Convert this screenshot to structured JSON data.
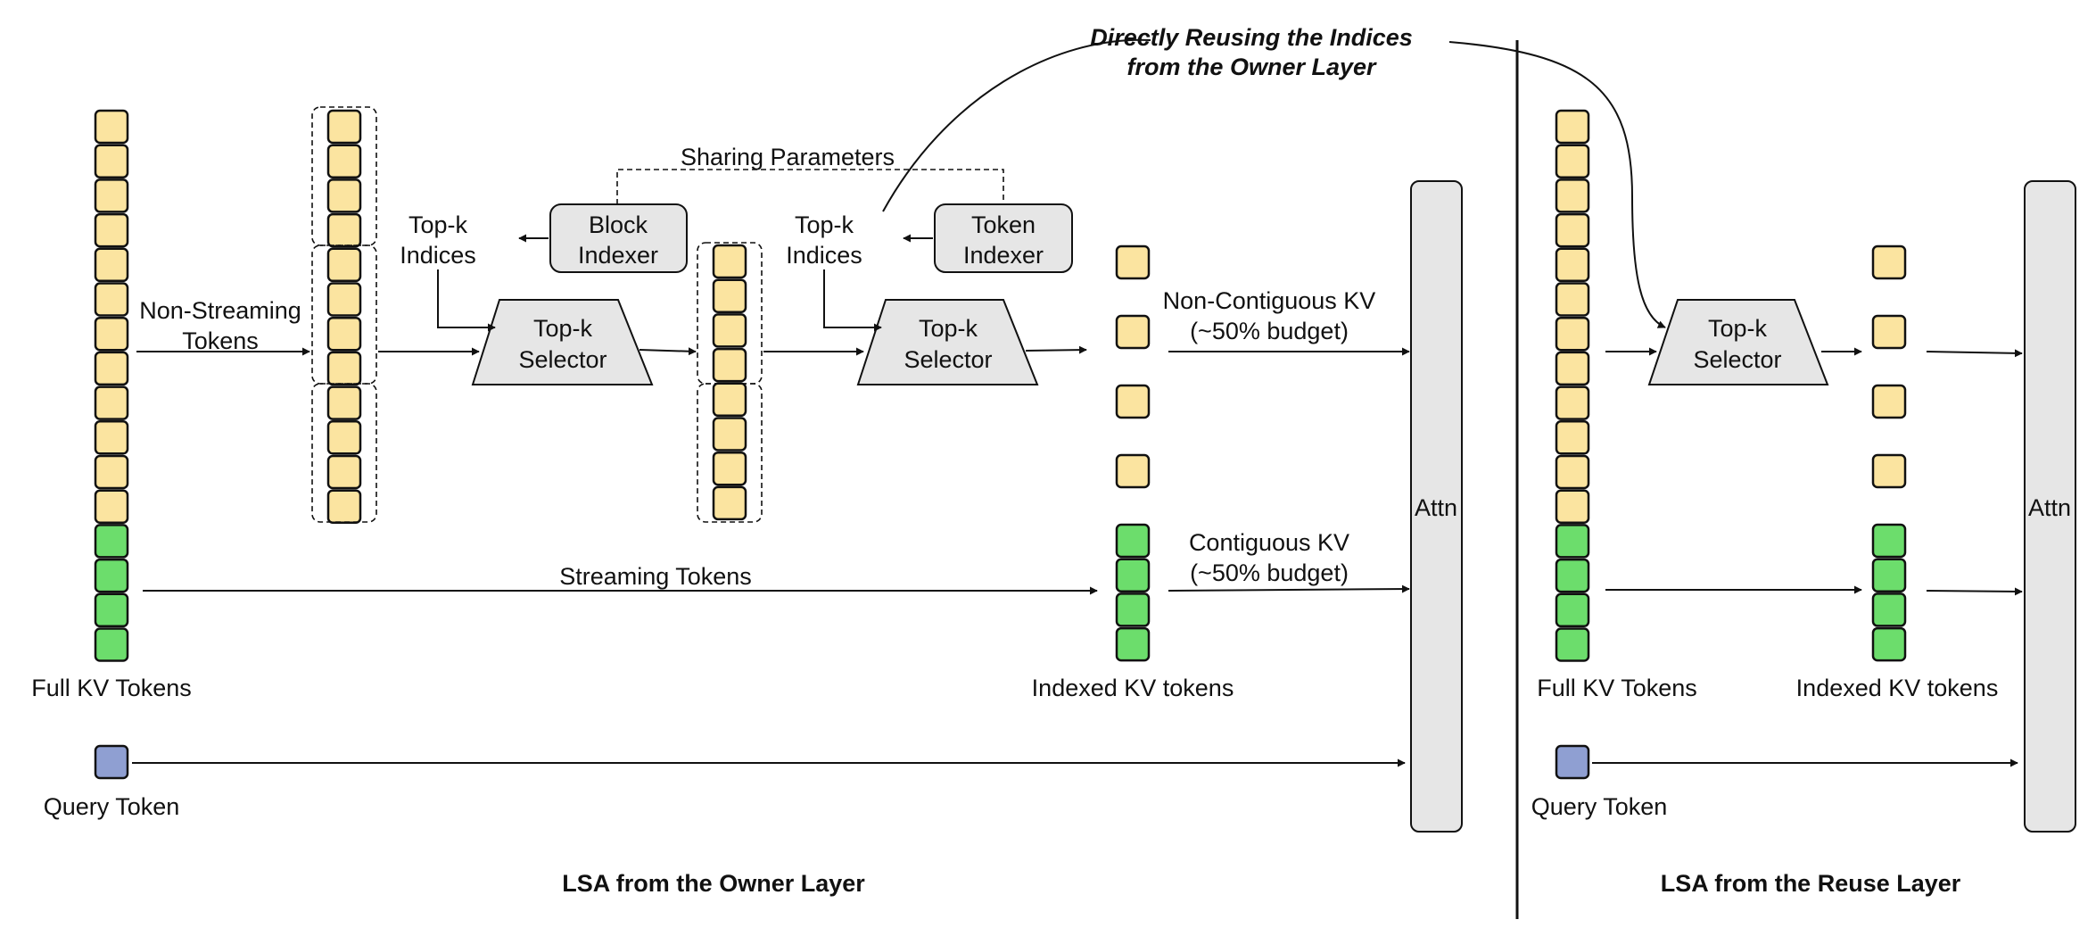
{
  "colors": {
    "non_streaming_token": "#fbe4a0",
    "streaming_token": "#6cdd6c",
    "query_token": "#8f9fd2",
    "box_fill": "#e6e6e6",
    "stroke": "#111111"
  },
  "owner": {
    "non_streaming_label_1": "Non-Streaming",
    "non_streaming_label_2": "Tokens",
    "streaming_label": "Streaming Tokens",
    "full_kv_label": "Full KV Tokens",
    "query_label": "Query Token",
    "sharing_label": "Sharing Parameters",
    "block_indexer_1": "Block",
    "block_indexer_2": "Indexer",
    "token_indexer_1": "Token",
    "token_indexer_2": "Indexer",
    "topk_indices_1": "Top-k",
    "topk_indices_2": "Indices",
    "selector_1": "Top-k",
    "selector_2": "Selector",
    "noncontig_1": "Non-Contiguous KV",
    "noncontig_2": "(~50% budget)",
    "contig_1": "Contiguous KV",
    "contig_2": "(~50% budget)",
    "indexed_label": "Indexed KV tokens",
    "attn_label": "Attn",
    "section_title": "LSA from the Owner Layer"
  },
  "reuse": {
    "annotation_1": "Directly Reusing the Indices",
    "annotation_2": "from the Owner Layer",
    "full_kv_label": "Full KV Tokens",
    "query_label": "Query Token",
    "selector_1": "Top-k",
    "selector_2": "Selector",
    "indexed_label": "Indexed KV tokens",
    "attn_label": "Attn",
    "section_title": "LSA from the Reuse Layer"
  }
}
